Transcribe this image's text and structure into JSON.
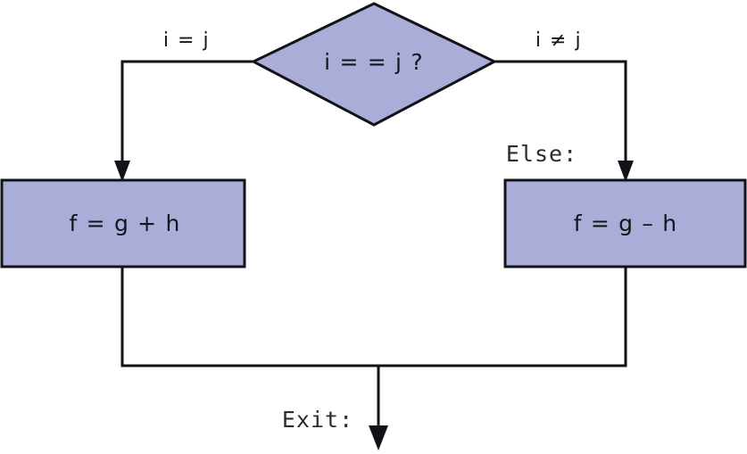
{
  "diagram": {
    "type": "flowchart",
    "title": "",
    "background_color": "#ffffff",
    "shape_fill_color": "#aaadd8",
    "stroke_color": "#111318",
    "text_color": "#14161c",
    "decision": {
      "shape": "diamond",
      "label": "i = = j ?"
    },
    "branches": [
      {
        "label": "i = j",
        "side": "left"
      },
      {
        "label": "i ≠ j",
        "side": "right"
      }
    ],
    "process_left": {
      "shape": "rectangle",
      "label": "f = g + h"
    },
    "process_right": {
      "shape": "rectangle",
      "label": "f = g – h"
    },
    "annotations": [
      {
        "label": "Else:",
        "position": "above-right-process"
      },
      {
        "label": "Exit:",
        "position": "bottom-center"
      }
    ]
  }
}
